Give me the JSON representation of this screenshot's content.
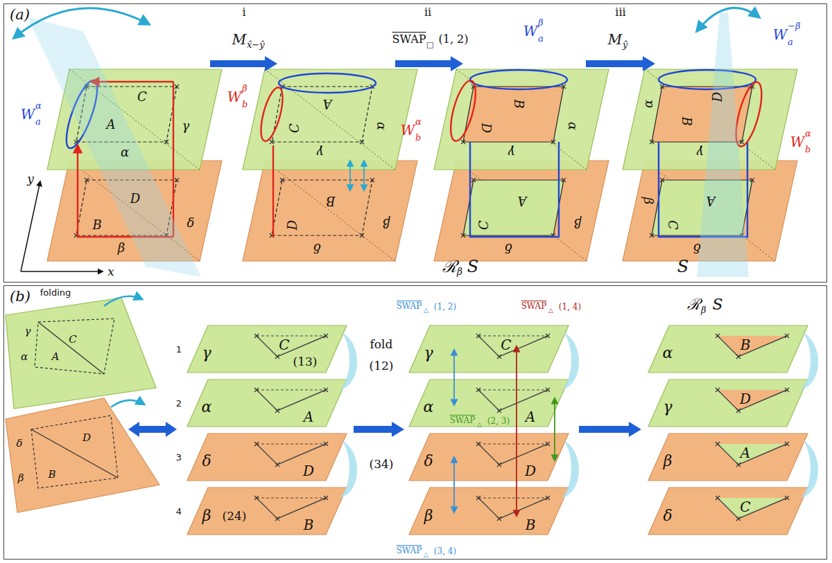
{
  "diagram": {
    "nodes": [
      {
        "text": [
          "(a)"
        ]
      },
      {
        "text": [
          "(b)"
        ]
      }
    ],
    "labels": [
      "i",
      "M",
      "x̂−ŷ",
      "ii",
      "SWAP",
      "□",
      "(1, 2)",
      "iii",
      "M",
      "ŷ",
      "W",
      "α",
      "a",
      "W",
      "β",
      "b",
      "C",
      "A",
      "α",
      "γ",
      "D",
      "B",
      "δ",
      "β",
      "y",
      "x",
      "A",
      "C",
      "α",
      "γ",
      "B",
      "D",
      "β",
      "δ",
      "W",
      "β",
      "a",
      "W",
      "α",
      "b",
      "B",
      "D",
      "α",
      "γ",
      "A",
      "C",
      "β",
      "δ",
      "ℛ",
      "β",
      "S",
      "W",
      "−β",
      "a",
      "W",
      "α",
      "b",
      "B",
      "D",
      "α",
      "γ",
      "A",
      "C",
      "β",
      "δ",
      "S",
      "folding",
      "γ",
      "C",
      "α",
      "A",
      "δ",
      "D",
      "β",
      "B",
      "1",
      "γ",
      "C",
      "(13)",
      "fold",
      "(12)",
      "2",
      "α",
      "A",
      "3",
      "δ",
      "D",
      "(34)",
      "4",
      "β",
      "(24)",
      "B",
      "SWAP",
      "△",
      "(1, 2)",
      "SWAP",
      "△",
      "(1, 4)",
      "γ",
      "C",
      "α",
      "A",
      "SWAP",
      "△",
      "(2, 3)",
      "δ",
      "D",
      "β",
      "B",
      "SWAP",
      "△",
      "(3, 4)",
      "ℛ",
      "β",
      "S",
      "α",
      "B",
      "γ",
      "D",
      "β",
      "A",
      "δ",
      "C"
    ]
  }
}
